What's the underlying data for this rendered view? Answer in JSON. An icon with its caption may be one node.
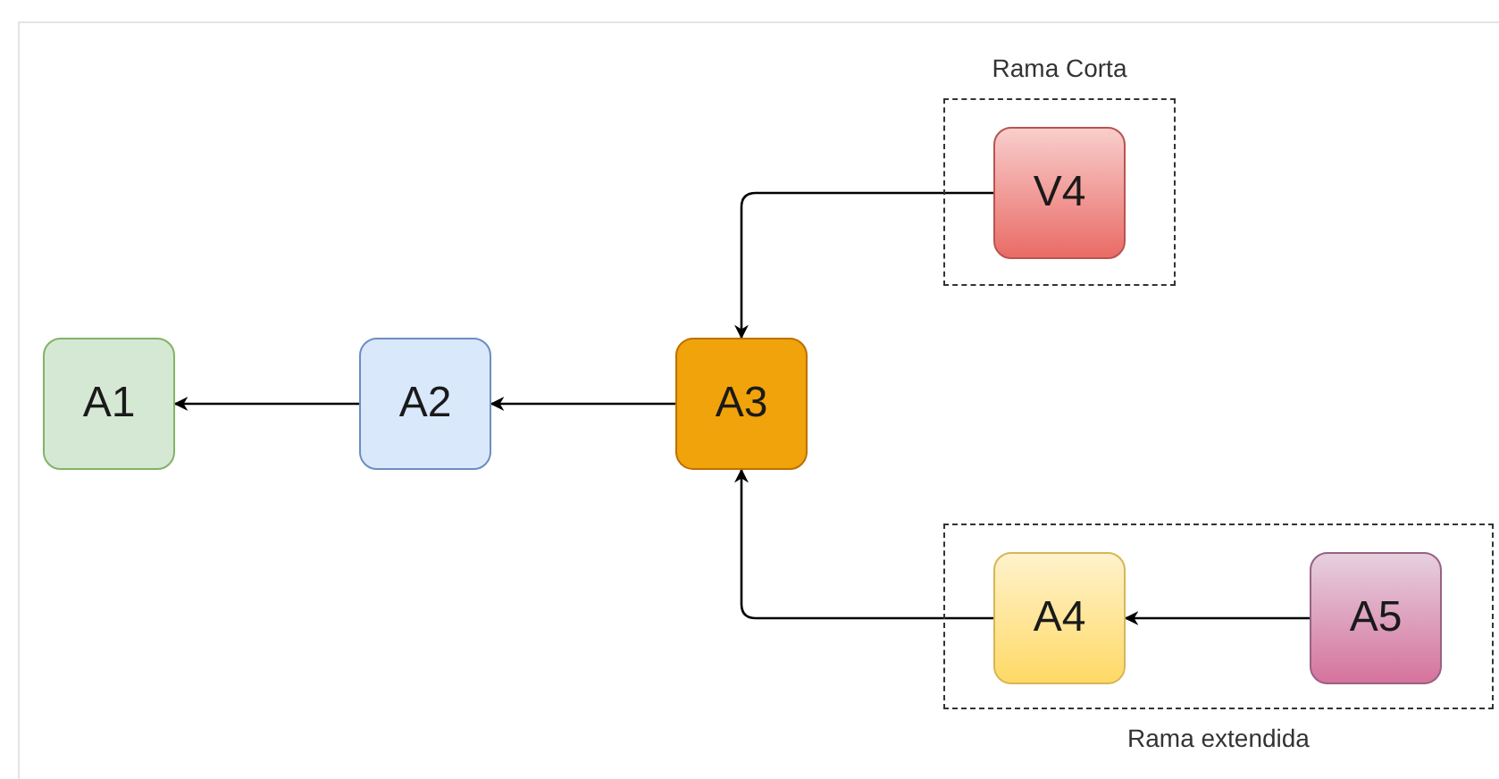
{
  "diagram": {
    "nodes": [
      {
        "text": [
          "Rama Corta"
        ]
      },
      {
        "text": [
          "V4"
        ],
        "in": 0
      },
      {
        "text": [
          "A1"
        ]
      },
      {
        "text": [
          "A2"
        ]
      },
      {
        "text": [
          "A3"
        ]
      },
      {
        "text": [
          "Rama extendida"
        ]
      },
      {
        "text": [
          "A4"
        ],
        "in": 5
      },
      {
        "text": [
          "A5"
        ],
        "in": 5
      }
    ],
    "edges": [
      {
        "from": 1,
        "to": 4,
        "arrow": "to"
      },
      {
        "from": 4,
        "to": 3,
        "arrow": "to"
      },
      {
        "from": 3,
        "to": 2,
        "arrow": "to"
      },
      {
        "from": 6,
        "to": 4,
        "arrow": "to"
      },
      {
        "from": 7,
        "to": 6,
        "arrow": "to"
      }
    ]
  }
}
